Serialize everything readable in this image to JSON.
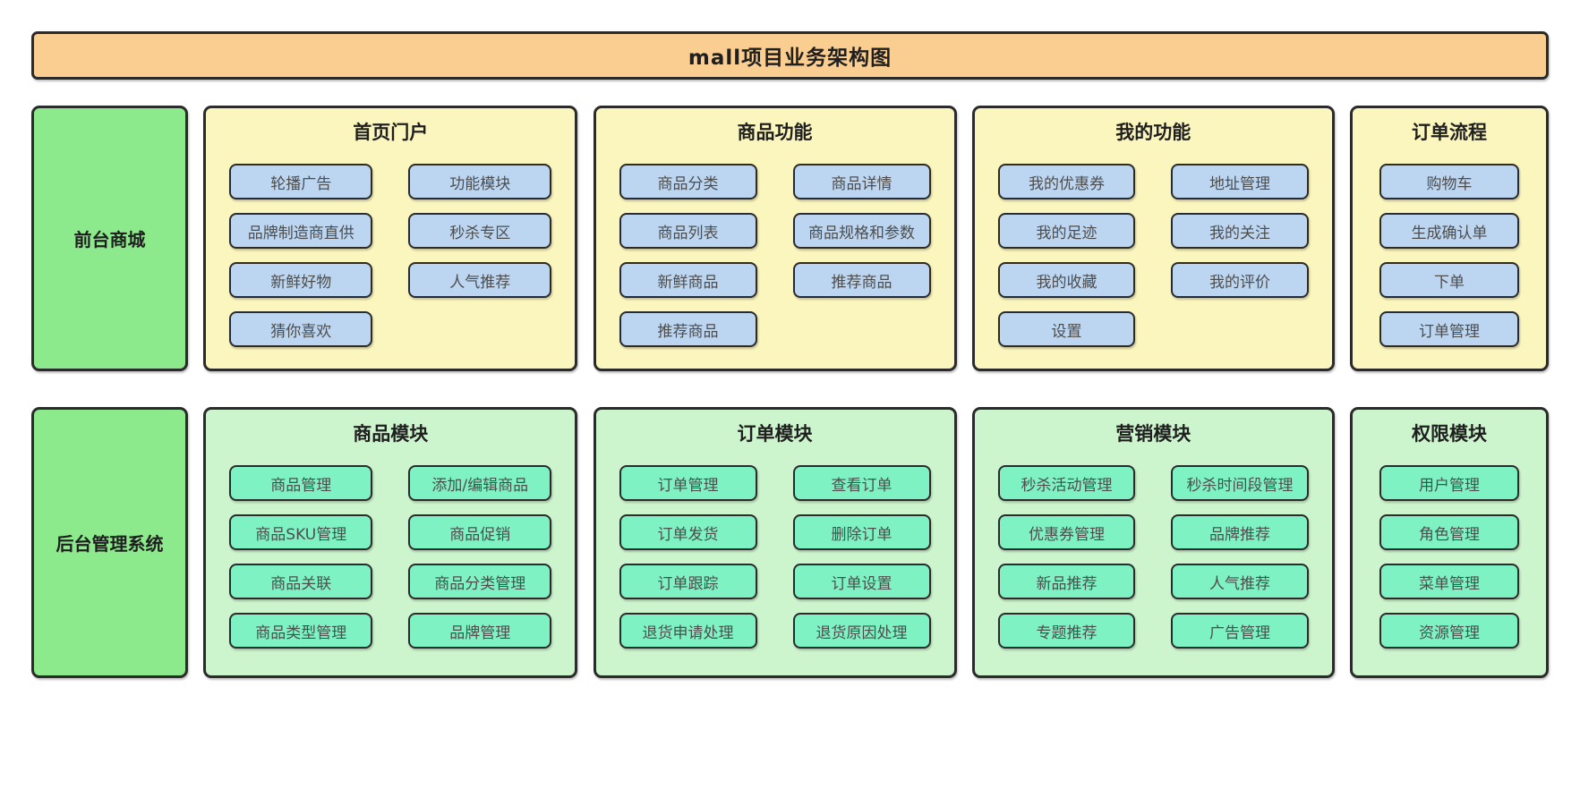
{
  "title": "mall项目业务架构图",
  "colors": {
    "title_bar": "#FACD91",
    "sidebar_green": "#8CEA8C",
    "panel_yellow": "#FBF5BE",
    "panel_light_green": "#CDF5CD",
    "button_blue": "#BCD6F1",
    "button_mint": "#7FF2C4",
    "border_dark": "#2b2b2b"
  },
  "sections": [
    {
      "key": "frontend",
      "sidebar": "前台商城",
      "panels": [
        {
          "key": "home-portal",
          "title": "首页门户",
          "columns": 2,
          "buttons": [
            "轮播广告",
            "功能模块",
            "品牌制造商直供",
            "秒杀专区",
            "新鲜好物",
            "人气推荐",
            "猜你喜欢"
          ]
        },
        {
          "key": "product-features",
          "title": "商品功能",
          "columns": 2,
          "buttons": [
            "商品分类",
            "商品详情",
            "商品列表",
            "商品规格和参数",
            "新鲜商品",
            "推荐商品",
            "推荐商品"
          ]
        },
        {
          "key": "my-features",
          "title": "我的功能",
          "columns": 2,
          "buttons": [
            "我的优惠券",
            "地址管理",
            "我的足迹",
            "我的关注",
            "我的收藏",
            "我的评价",
            "设置"
          ]
        },
        {
          "key": "order-flow",
          "title": "订单流程",
          "columns": 1,
          "buttons": [
            "购物车",
            "生成确认单",
            "下单",
            "订单管理"
          ]
        }
      ]
    },
    {
      "key": "backend",
      "sidebar": "后台管理系统",
      "panels": [
        {
          "key": "product-module",
          "title": "商品模块",
          "columns": 2,
          "buttons": [
            "商品管理",
            "添加/编辑商品",
            "商品SKU管理",
            "商品促销",
            "商品关联",
            "商品分类管理",
            "商品类型管理",
            "品牌管理"
          ]
        },
        {
          "key": "order-module",
          "title": "订单模块",
          "columns": 2,
          "buttons": [
            "订单管理",
            "查看订单",
            "订单发货",
            "删除订单",
            "订单跟踪",
            "订单设置",
            "退货申请处理",
            "退货原因处理"
          ]
        },
        {
          "key": "marketing-module",
          "title": "营销模块",
          "columns": 2,
          "buttons": [
            "秒杀活动管理",
            "秒杀时间段管理",
            "优惠券管理",
            "品牌推荐",
            "新品推荐",
            "人气推荐",
            "专题推荐",
            "广告管理"
          ]
        },
        {
          "key": "permission-module",
          "title": "权限模块",
          "columns": 1,
          "buttons": [
            "用户管理",
            "角色管理",
            "菜单管理",
            "资源管理"
          ]
        }
      ]
    }
  ]
}
